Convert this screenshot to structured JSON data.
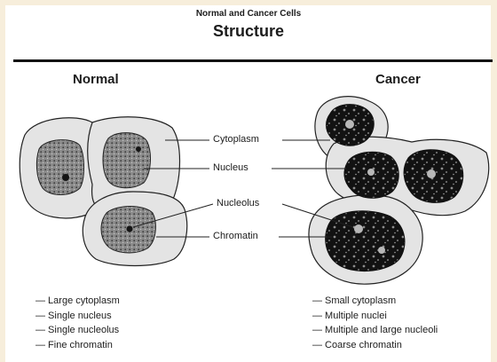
{
  "header": {
    "subtitle": "Normal and Cancer Cells",
    "title": "Structure"
  },
  "columns": {
    "normal_heading": "Normal",
    "cancer_heading": "Cancer"
  },
  "labels": {
    "cytoplasm": "Cytoplasm",
    "nucleus": "Nucleus",
    "nucleolus": "Nucleolus",
    "chromatin": "Chromatin"
  },
  "normal_traits": [
    "— Large cytoplasm",
    "— Single nucleus",
    "— Single nucleolus",
    "— Fine chromatin"
  ],
  "cancer_traits": [
    "— Small cytoplasm",
    "— Multiple nuclei",
    "— Multiple and large nucleoli",
    "— Coarse chromatin"
  ],
  "colors": {
    "page_background": "#f7eedb",
    "cytoplasm_fill": "#e4e4e4",
    "normal_nucleus_fill": "#7a7a7a",
    "cancer_nucleus_fill": "#141414",
    "ink": "#1c1c1c"
  }
}
